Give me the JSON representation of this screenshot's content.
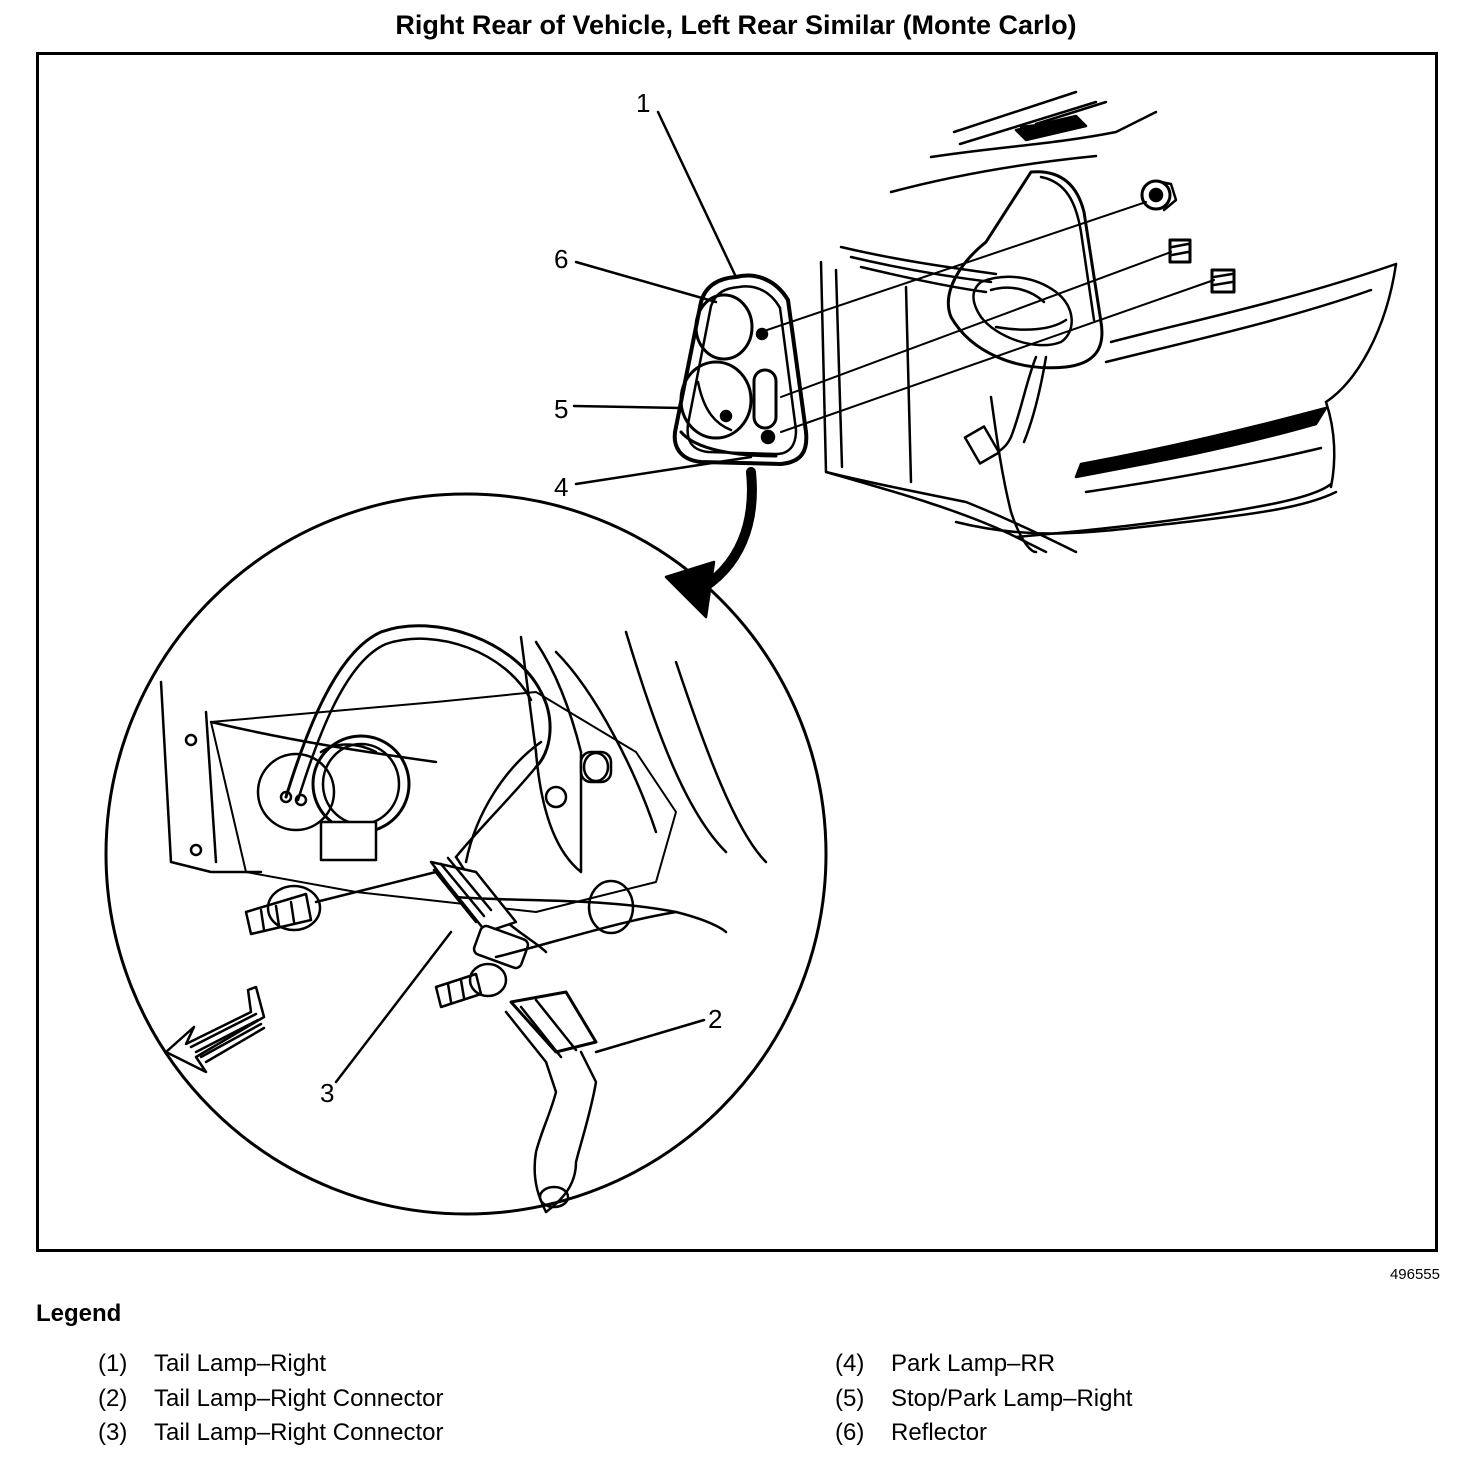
{
  "diagram": {
    "title": "Right Rear of Vehicle, Left Rear Similar (Monte Carlo)",
    "figure_id": "496555",
    "callouts": [
      "1",
      "2",
      "3",
      "4",
      "5",
      "6"
    ]
  },
  "legend": {
    "heading": "Legend",
    "items": [
      {
        "num": "(1)",
        "label": "Tail Lamp–Right"
      },
      {
        "num": "(2)",
        "label": "Tail Lamp–Right Connector"
      },
      {
        "num": "(3)",
        "label": "Tail Lamp–Right Connector"
      },
      {
        "num": "(4)",
        "label": "Park Lamp–RR"
      },
      {
        "num": "(5)",
        "label": "Stop/Park Lamp–Right"
      },
      {
        "num": "(6)",
        "label": "Reflector"
      }
    ]
  }
}
